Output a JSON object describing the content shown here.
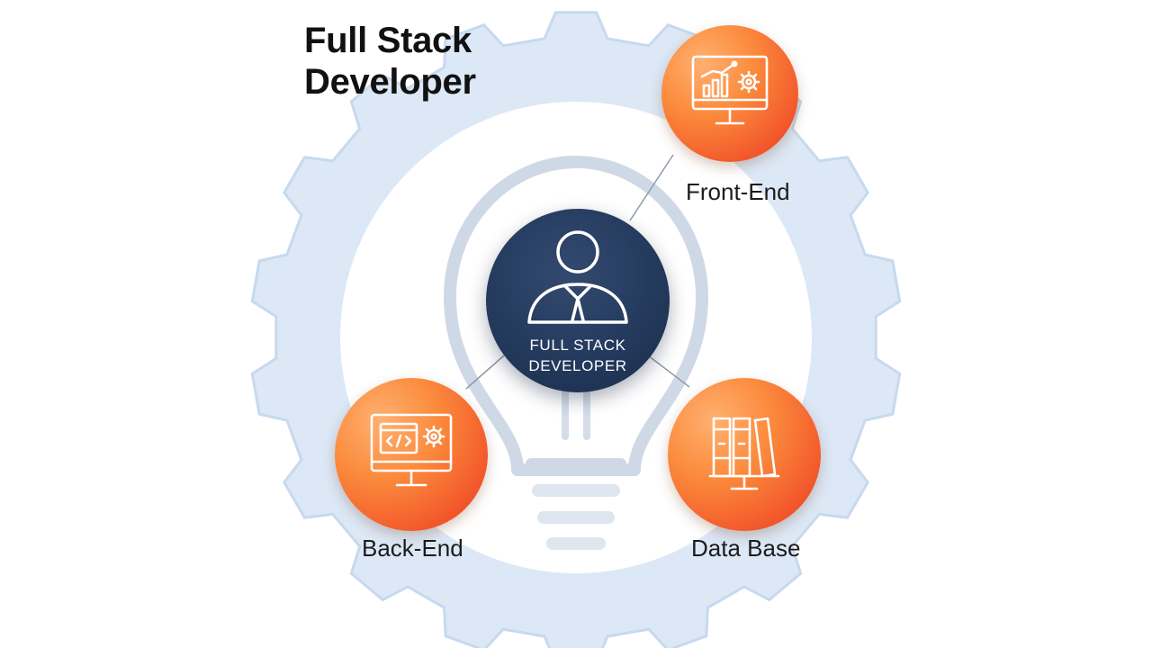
{
  "title": {
    "line1": "Full Stack",
    "line2": "Developer"
  },
  "center": {
    "line1": "FULL STACK",
    "line2": "DEVELOPER",
    "icon": "person-icon"
  },
  "nodes": [
    {
      "id": "front-end",
      "label": "Front-End",
      "icon": "monitor-chart-gear-icon"
    },
    {
      "id": "back-end",
      "label": "Back-End",
      "icon": "monitor-code-gear-icon"
    },
    {
      "id": "data-base",
      "label": "Data Base",
      "icon": "database-bookshelf-icon"
    }
  ],
  "colors": {
    "accent_orange": "#f26a2e",
    "center_navy": "#243a5d",
    "background_gear": "#dce8f6",
    "background_bulb": "#c9d6e6",
    "text": "#111111"
  }
}
